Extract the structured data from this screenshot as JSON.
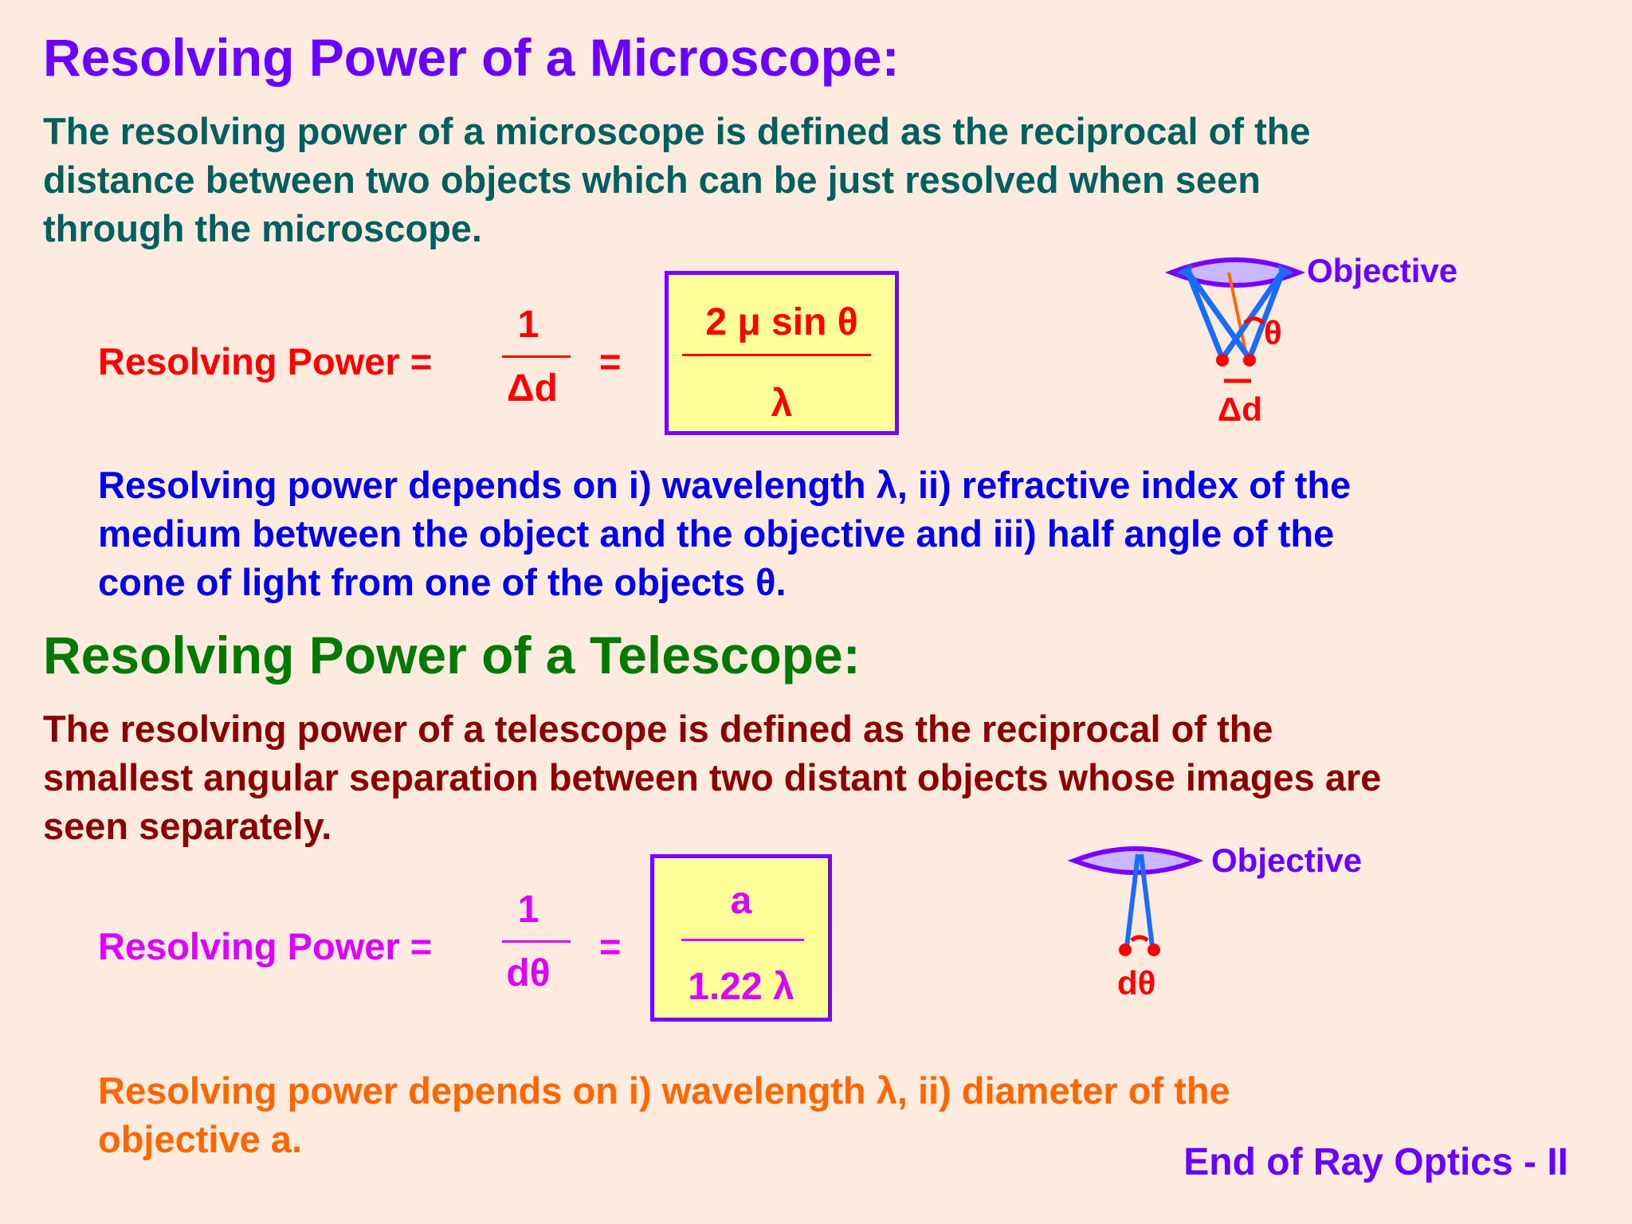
{
  "microscope": {
    "title": "Resolving Power of a Microscope:",
    "definition_lines": [
      "The resolving power of a microscope is defined as the reciprocal of the",
      "distance between two objects which can be just resolved when seen",
      "through the microscope."
    ],
    "formula": {
      "label": "Resolving Power =",
      "frac_num": "1",
      "frac_den": "Δd",
      "equals": "=",
      "box_num": "2 μ sin θ",
      "box_den": "λ"
    },
    "depends_lines": [
      "Resolving power depends on i) wavelength λ, ii) refractive index of the",
      "medium between the object and the objective and iii) half angle of the",
      "cone of light from one of the objects θ."
    ],
    "diagram": {
      "objective_label": "Objective",
      "theta_label": "θ",
      "delta_label": "Δd"
    }
  },
  "telescope": {
    "title": "Resolving Power of a Telescope:",
    "definition_lines": [
      "The resolving power of a telescope is defined as the reciprocal of the",
      "smallest angular separation between two distant objects whose images are",
      "seen separately."
    ],
    "formula": {
      "label": "Resolving Power =",
      "frac_num": "1",
      "frac_den": "dθ",
      "equals": "=",
      "box_num": "a",
      "box_den": "1.22 λ"
    },
    "depends_lines": [
      "Resolving power depends on i) wavelength λ, ii) diameter of the",
      "objective a."
    ],
    "diagram": {
      "objective_label": "Objective",
      "dtheta_label": "dθ"
    }
  },
  "footer": "End of Ray Optics - II",
  "colors": {
    "title1": "#6a00ff",
    "def1": "#006060",
    "formula1": "#ff0000",
    "depends1": "#0000ee",
    "title2": "#007a00",
    "def2": "#8b0000",
    "formula2": "#dd00ff",
    "depends2": "#ff6600",
    "footer": "#6a00ff",
    "box_border": "#7a00ff",
    "box_fill": "#ffff99"
  }
}
